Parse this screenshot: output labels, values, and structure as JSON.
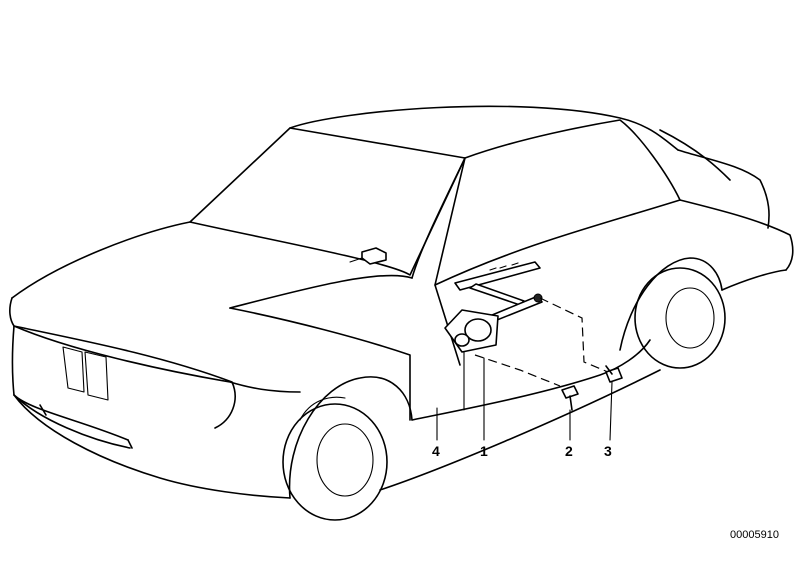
{
  "callouts": [
    {
      "id": "4",
      "label": "4"
    },
    {
      "id": "1",
      "label": "1"
    },
    {
      "id": "2",
      "label": "2"
    },
    {
      "id": "3",
      "label": "3"
    }
  ],
  "reference_code": "00005910"
}
